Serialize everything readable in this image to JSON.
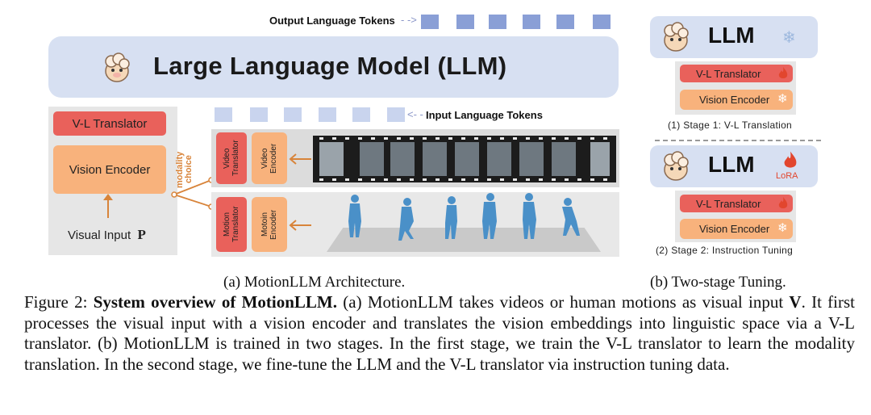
{
  "top": {
    "output_tokens_label": "Output Language Tokens",
    "llm_title": "Large Language Model (LLM)"
  },
  "left": {
    "vl_translator": "V-L Translator",
    "vision_encoder": "Vision Encoder",
    "visual_input": "Visual Input",
    "visual_input_symbol": "P",
    "modality_choice": "modality choice"
  },
  "middle": {
    "input_tokens_label": "Input Language Tokens",
    "video_translator": "Video Translator",
    "video_encoder": "Video Encoder",
    "motion_translator": "Motion Translator",
    "motion_encoder": "Motoin Encoder"
  },
  "right": {
    "stage1": {
      "llm": "LLM",
      "vl_translator": "V-L Translator",
      "vision_encoder": "Vision Encoder",
      "caption": "(1) Stage 1: V-L Translation"
    },
    "stage2": {
      "llm": "LLM",
      "lora": "LoRA",
      "vl_translator": "V-L Translator",
      "vision_encoder": "Vision Encoder",
      "caption": "(2) Stage 2: Instruction Tuning"
    }
  },
  "captions": {
    "sub_a": "(a) MotionLLM Architecture.",
    "sub_b": "(b) Two-stage Tuning.",
    "figure_label": "Figure 2:",
    "figure_bold": "System overview of MotionLLM.",
    "figure_text_1": "(a) MotionLLM takes videos or human motions as visual input",
    "figure_symbol": "V",
    "figure_text_2": ". It first processes the visual input with a vision encoder and translates the vision embeddings into linguistic space via a V-L translator. (b) MotionLLM is trained in two stages. In the first stage, we train the V-L translator to learn the modality translation. In the second stage, we fine-tune the LLM and the V-L translator via instruction tuning data."
  },
  "colors": {
    "llm_bar": "#d7e0f2",
    "translator": "#e9615b",
    "encoder": "#f8b27c",
    "token": "#8a9fd6",
    "arrow": "#d8843a"
  },
  "icons": [
    "alpaca-icon",
    "snowflake-icon",
    "flame-icon",
    "film-strip-icon",
    "human-motion-icon"
  ]
}
